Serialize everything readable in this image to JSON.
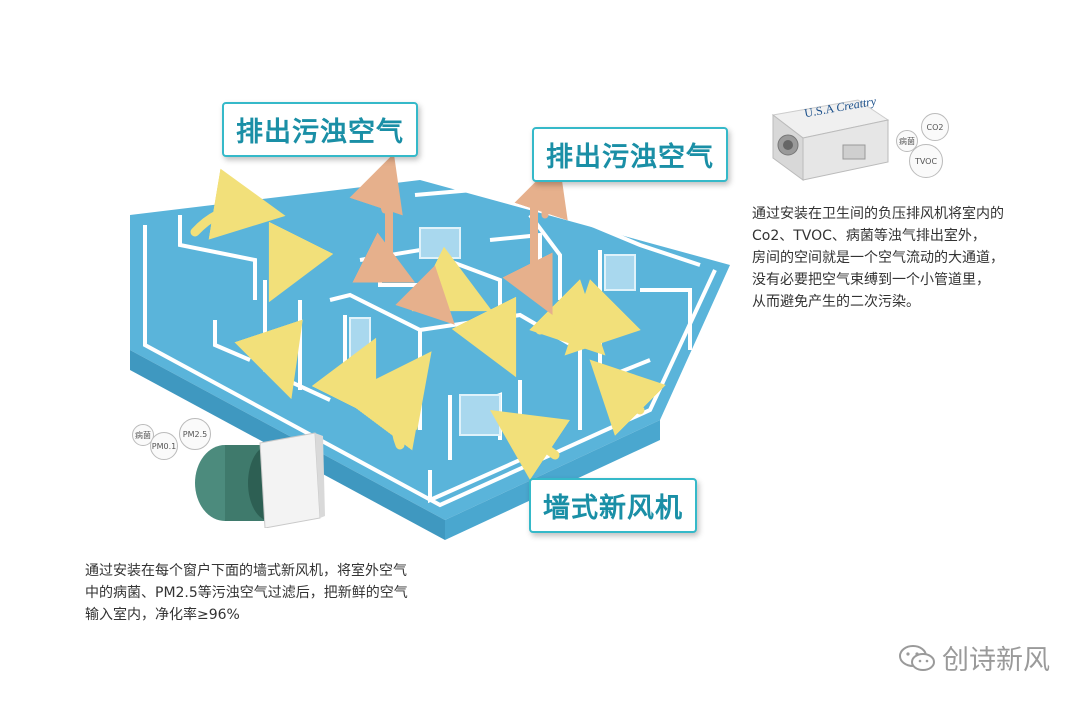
{
  "labels": {
    "exhaust_left": "排出污浊空气",
    "exhaust_right": "排出污浊空气",
    "wall_unit": "墙式新风机"
  },
  "right_description": [
    "通过安装在卫生间的负压排风机将室内的",
    "Co2、TVOC、病菌等浊气排出室外，",
    "房间的空间就是一个空气流动的大通道，",
    "没有必要把空气束缚到一个小管道里，",
    "从而避免产生的二次污染。"
  ],
  "left_description": [
    "通过安装在每个窗户下面的墙式新风机，将室外空气",
    "中的病菌、PM2.5等污浊空气过滤后，把新鲜的空气",
    "输入室内，净化率≥96%"
  ],
  "exhaust_device": {
    "brand": "Creattry",
    "brand_prefix": "U.S.A",
    "badges": [
      "CO2",
      "病菌",
      "TVOC"
    ]
  },
  "wall_device": {
    "badges": [
      "PM2.5",
      "病菌",
      "PM0.1"
    ]
  },
  "watermark": "创诗新风",
  "colors": {
    "wall": "#5ab4da",
    "wall_light": "#a9d8ee",
    "arrow": "#f2e07a",
    "callout_text": "#1a8fa6",
    "duct": "#e6b08c"
  }
}
